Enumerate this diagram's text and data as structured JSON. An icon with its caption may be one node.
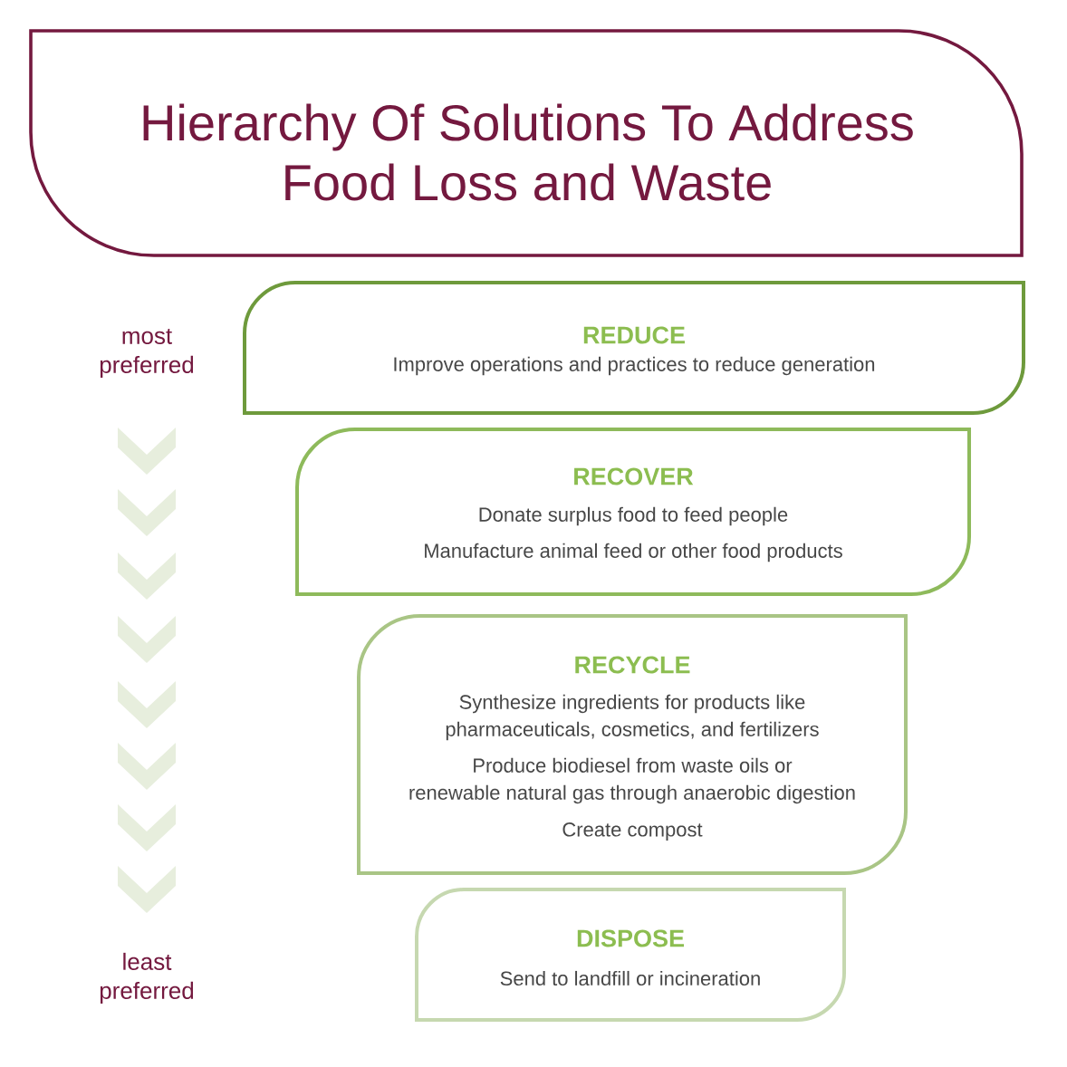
{
  "diagram": {
    "title": "Hierarchy Of Solutions To Address Food Loss and Waste",
    "nodes": [
      {
        "text": [
          "REDUCE",
          "Improve operations and practices to reduce generation"
        ]
      },
      {
        "text": [
          "RECOVER",
          "Donate surplus food to feed people",
          "Manufacture animal feed or other food products"
        ]
      },
      {
        "text": [
          "RECYCLE",
          "Synthesize ingredients for products like pharmaceuticals, cosmetics, and fertilizers",
          "Produce biodiesel from waste oils or renewable natural gas through anaerobic digestion",
          "Create compost"
        ]
      },
      {
        "text": [
          "DISPOSE",
          "Send to landfill or incineration"
        ]
      }
    ],
    "labels": [
      "most preferred",
      "least preferred"
    ]
  }
}
